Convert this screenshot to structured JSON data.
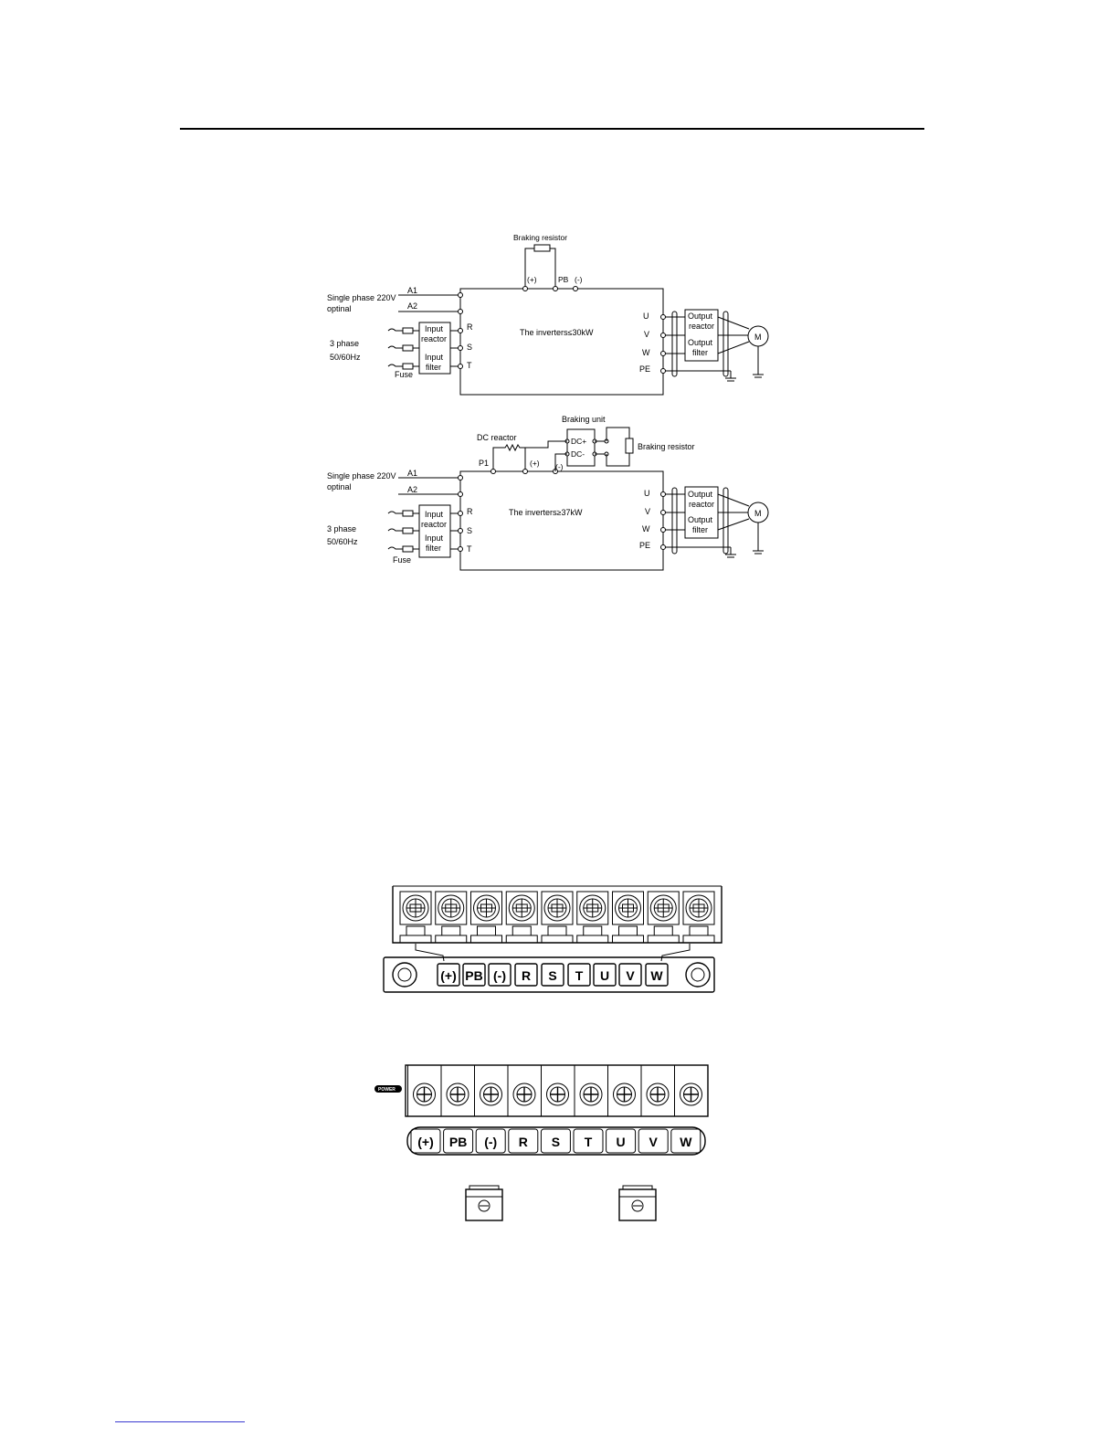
{
  "diagram1": {
    "inverter_label": "The inverters≤30kW",
    "braking_resistor": "Braking resistor",
    "terminal_plus": "(+)",
    "terminal_pb": "PB",
    "terminal_minus": "(-)",
    "a1": "A1",
    "a2": "A2",
    "single_phase_1": "Single phase 220V",
    "single_phase_2": "optinal",
    "three_phase_1": "3  phase",
    "three_phase_2": "50/60Hz",
    "fuse": "Fuse",
    "input_reactor_1": "Input",
    "input_reactor_2": "reactor",
    "input_filter_1": "Input",
    "input_filter_2": "filter",
    "r": "R",
    "s": "S",
    "t": "T",
    "u": "U",
    "v": "V",
    "w": "W",
    "pe": "PE",
    "output_reactor_1": "Output",
    "output_reactor_2": "reactor",
    "output_filter_1": "Output",
    "output_filter_2": "filter",
    "motor": "M"
  },
  "diagram2": {
    "inverter_label": "The inverters≥37kW",
    "braking_unit": "Braking unit",
    "braking_resistor": "Braking resistor",
    "dc_reactor": "DC reactor",
    "p1": "P1",
    "terminal_plus": "(+)",
    "terminal_minus": "(-)",
    "dc_plus": "DC+",
    "dc_minus": "DC-",
    "a1": "A1",
    "a2": "A2",
    "single_phase_1": "Single phase 220V",
    "single_phase_2": "optinal",
    "three_phase_1": "3  phase",
    "three_phase_2": "50/60Hz",
    "fuse": "Fuse",
    "input_reactor_1": "Input",
    "input_reactor_2": "reactor",
    "input_filter_1": "Input",
    "input_filter_2": "filter",
    "r": "R",
    "s": "S",
    "t": "T",
    "u": "U",
    "v": "V",
    "w": "W",
    "pe": "PE",
    "output_reactor_1": "Output",
    "output_reactor_2": "reactor",
    "output_filter_1": "Output",
    "output_filter_2": "filter",
    "motor": "M"
  },
  "terminal_block_1": {
    "labels": [
      "(+)",
      "PB",
      "(-)",
      "R",
      "S",
      "T",
      "U",
      "V",
      "W"
    ]
  },
  "terminal_block_2": {
    "badge": "POWER",
    "labels": [
      "(+)",
      "PB",
      "(-)",
      "R",
      "S",
      "T",
      "U",
      "V",
      "W"
    ]
  }
}
